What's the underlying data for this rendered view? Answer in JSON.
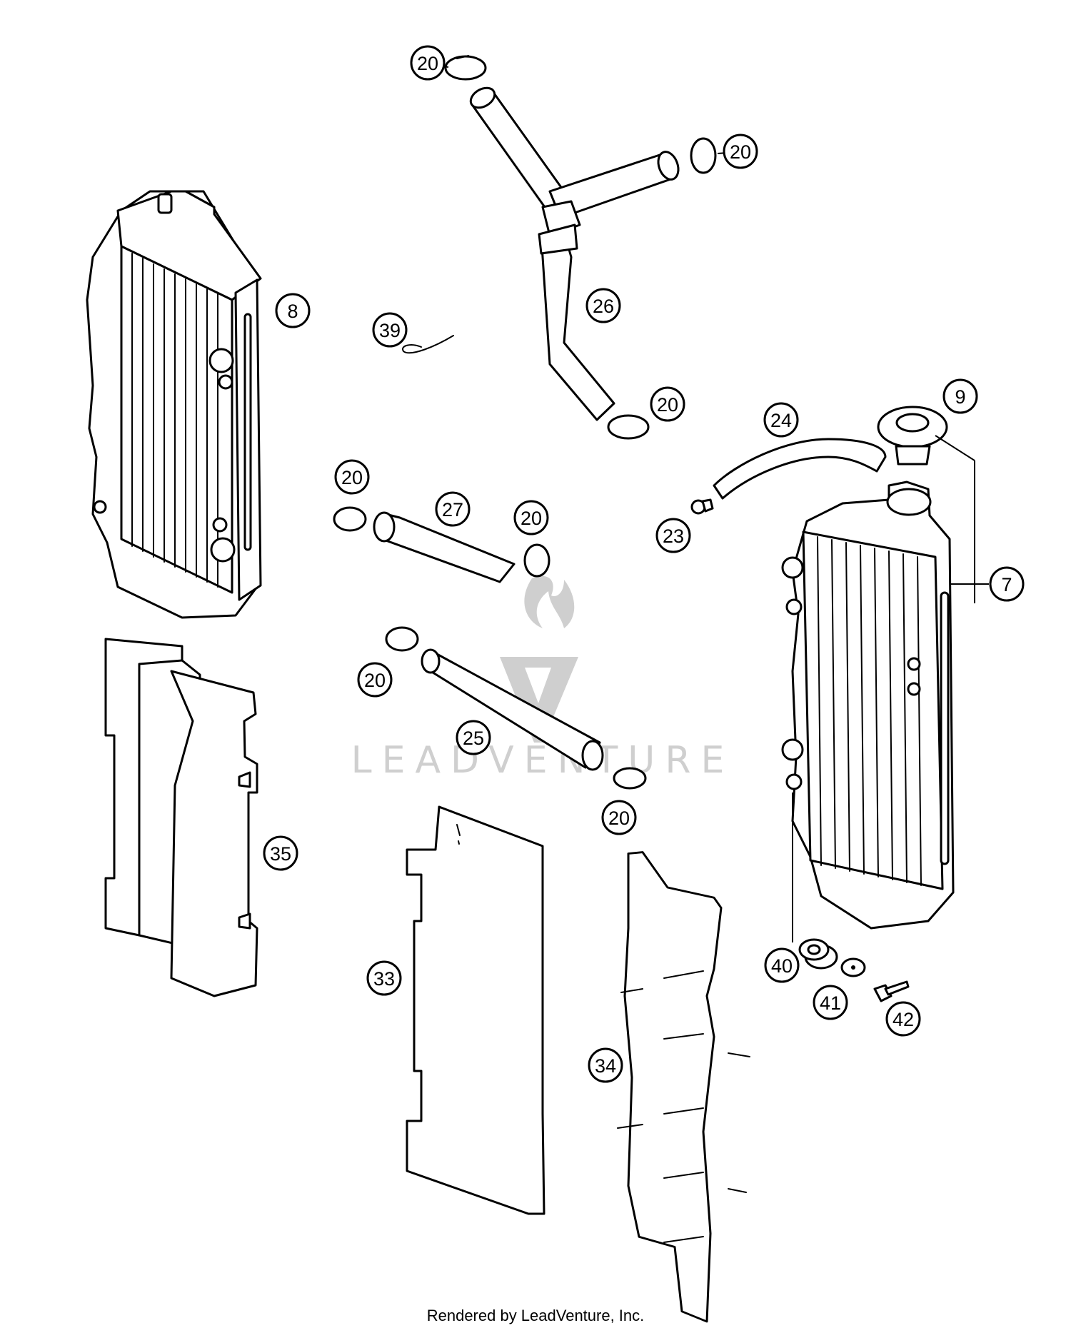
{
  "watermark": "LEADVENTURE",
  "footer": "Rendered by LeadVenture, Inc.",
  "callouts": [
    {
      "label": "20",
      "ref": "clamp-top"
    },
    {
      "label": "20",
      "ref": "clamp-top-right"
    },
    {
      "label": "26",
      "ref": "y-hose"
    },
    {
      "label": "20",
      "ref": "clamp-y-bottom"
    },
    {
      "label": "39",
      "ref": "cable-tie"
    },
    {
      "label": "8",
      "ref": "left-radiator"
    },
    {
      "label": "9",
      "ref": "radiator-cap"
    },
    {
      "label": "24",
      "ref": "overflow-hose"
    },
    {
      "label": "23",
      "ref": "hose-clip"
    },
    {
      "label": "7",
      "ref": "right-radiator"
    },
    {
      "label": "20",
      "ref": "clamp-27-left"
    },
    {
      "label": "27",
      "ref": "hose-27"
    },
    {
      "label": "20",
      "ref": "clamp-27-right"
    },
    {
      "label": "20",
      "ref": "clamp-25-top"
    },
    {
      "label": "25",
      "ref": "hose-25"
    },
    {
      "label": "20",
      "ref": "clamp-25-bottom"
    },
    {
      "label": "35",
      "ref": "left-guard"
    },
    {
      "label": "33",
      "ref": "guard-plate"
    },
    {
      "label": "34",
      "ref": "right-guard"
    },
    {
      "label": "40",
      "ref": "grommet"
    },
    {
      "label": "41",
      "ref": "washer"
    },
    {
      "label": "42",
      "ref": "screw"
    }
  ]
}
